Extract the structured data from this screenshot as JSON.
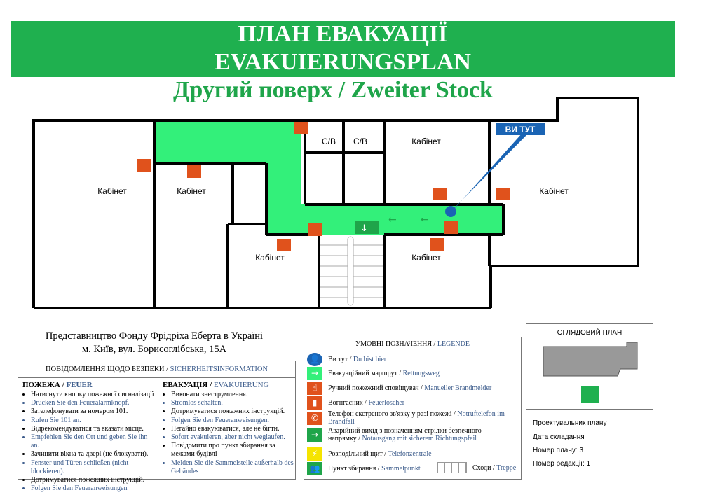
{
  "title": {
    "uk": "ПЛАН ЕВАКУАЦІЇ",
    "de": "EVAKUIERUNGSPLAN",
    "floor": "Другий поверх / Zweiter Stock"
  },
  "plan": {
    "rooms": [
      "Кабінет",
      "Кабінет",
      "Кабінет",
      "Кабінет",
      "Кабінет"
    ],
    "wc": [
      "С/В",
      "С/В"
    ],
    "you_are_here": "ВИ ТУТ"
  },
  "address": {
    "line1": "Представництво Фонду Фрідріха Еберта в Україні",
    "line2": "м. Київ, вул. Борисоглібська, 15А"
  },
  "safety": {
    "header_uk": "ПОВІДОМЛЕННЯ  ЩОДО БЕЗПЕКИ / ",
    "header_de": "SICHERHEITSINFORMATION",
    "fire": {
      "title_uk": "ПОЖЕЖА / ",
      "title_de": "FEUER",
      "items": [
        {
          "t": "Натиснути кнопку пожежної сигналізації",
          "de": false
        },
        {
          "t": "Drücken Sie den Feueralarmknopf.",
          "de": true
        },
        {
          "t": "Зателефонувати за номером 101.",
          "de": false
        },
        {
          "t": "Rufen Sie 101 an.",
          "de": true
        },
        {
          "t": "Відрекомендуватися та вказати місце.",
          "de": false
        },
        {
          "t": "Empfehlen Sie den Ort und geben Sie ihn an.",
          "de": true
        },
        {
          "t": "Зачинити вікна та двері (не блокувати).",
          "de": false
        },
        {
          "t": "Fenster und Türen schließen (nicht blockieren).",
          "de": true
        },
        {
          "t": "Дотримуватися пожежних інструкцій.",
          "de": false
        },
        {
          "t": "Folgen Sie den Feueranweisungen",
          "de": true
        }
      ]
    },
    "evac": {
      "title_uk": "ЕВАКУАЦІЯ / ",
      "title_de": "EVAKUIERUNG",
      "items": [
        {
          "t": "Виконати знеструмлення.",
          "de": false
        },
        {
          "t": "Stromlos schalten.",
          "de": true
        },
        {
          "t": "Дотримуватися пожежних інструкцій.",
          "de": false
        },
        {
          "t": "Folgen Sie den Feueranweisungen.",
          "de": true
        },
        {
          "t": "Негайно евакуюватися, але не бігти.",
          "de": false
        },
        {
          "t": "Sofort evakuieren, aber nicht weglaufen.",
          "de": true
        },
        {
          "t": "Повідомити про пункт збирання за межами будівлі",
          "de": false
        },
        {
          "t": "Melden Sie die Sammelstelle außerhalb des Gebäudes",
          "de": true
        }
      ]
    }
  },
  "legend": {
    "header_uk": "УМОВНІ ПОЗНАЧЕННЯ / ",
    "header_de": "LEGENDE",
    "items": [
      {
        "uk": "Ви тут / ",
        "de": "Du bist hier",
        "icon": "you-are-here-icon"
      },
      {
        "uk": "Евакуаційний маршрут / ",
        "de": "Rettungsweg",
        "icon": "evacuation-route-icon"
      },
      {
        "uk": "Ручний пожежний сповіщувач / ",
        "de": "Manueller Brandmelder",
        "icon": "fire-alarm-icon"
      },
      {
        "uk": "Вогнгасник / ",
        "de": "Feuerlöscher",
        "icon": "fire-extinguisher-icon"
      },
      {
        "uk": "Телефон екстреного зв'язку у разі пожежі / ",
        "de": "Notruftelefon im Brandfall",
        "icon": "fire-phone-icon"
      },
      {
        "uk": "Аварійний вихід з позначенням стрілки безпечного напрямку / ",
        "de": "Notausgang mit sicherem Richtungspfeil",
        "icon": "emergency-exit-icon"
      },
      {
        "uk": "Розподільний щит / ",
        "de": "Telefonzentrale",
        "icon": "electrical-panel-icon"
      },
      {
        "uk": "Пункт збирання / ",
        "de": "Sammelpunkt",
        "icon": "assembly-point-icon"
      }
    ],
    "stairs_uk": "Сходи / ",
    "stairs_de": "Treppe"
  },
  "overview": {
    "title": "ОГЛЯДОВИЙ ПЛАН"
  },
  "info": {
    "designer": "Проектувальник плану",
    "date": "Дата складання",
    "plan_no": "Номер плану: 3",
    "revision": "Номер редакції: 1"
  },
  "colors": {
    "green": "#1fb04f",
    "route": "#33f07a",
    "fire": "#e0521c",
    "blue": "#1a64b4"
  }
}
